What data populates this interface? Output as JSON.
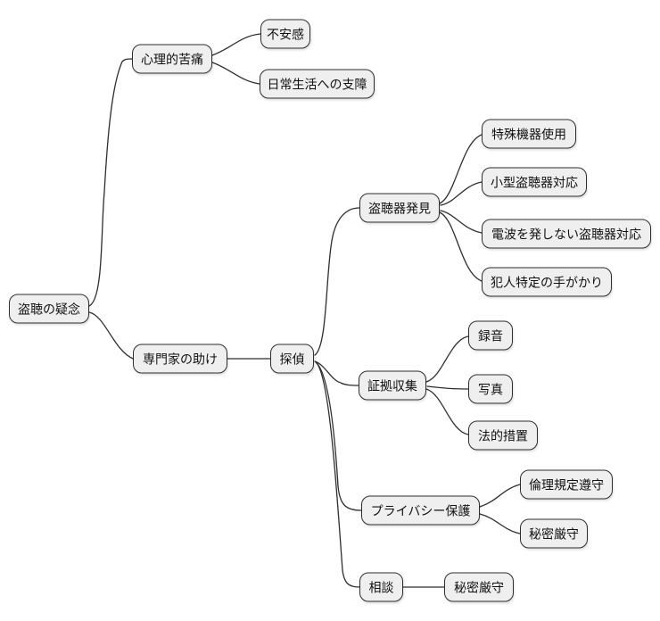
{
  "diagram": {
    "type": "mindmap",
    "orientation": "left-to-right",
    "colors": {
      "background": "#ffffff",
      "node_fill": "#efefef",
      "node_border": "#2e2e2e",
      "edge": "#2e2e2e",
      "text": "#111111"
    }
  },
  "nodes": {
    "root": {
      "label": "盗聴の疑念"
    },
    "psychological_distress": {
      "label": "心理的苦痛"
    },
    "anxiety": {
      "label": "不安感"
    },
    "daily_life_disruption": {
      "label": "日常生活への支障"
    },
    "expert_help": {
      "label": "専門家の助け"
    },
    "detective": {
      "label": "探偵"
    },
    "bug_detection": {
      "label": "盗聴器発見"
    },
    "special_equipment": {
      "label": "特殊機器使用"
    },
    "small_bug_support": {
      "label": "小型盗聴器対応"
    },
    "non_radio_bug_support": {
      "label": "電波を発しない盗聴器対応"
    },
    "culprit_clues": {
      "label": "犯人特定の手がかり"
    },
    "evidence_collection": {
      "label": "証拠収集"
    },
    "recording": {
      "label": "録音"
    },
    "photos": {
      "label": "写真"
    },
    "legal_action": {
      "label": "法的措置"
    },
    "privacy_protection": {
      "label": "プライバシー保護"
    },
    "ethics_compliance": {
      "label": "倫理規定遵守"
    },
    "confidentiality_privacy": {
      "label": "秘密厳守"
    },
    "consultation": {
      "label": "相談"
    },
    "confidentiality_consult": {
      "label": "秘密厳守"
    }
  },
  "hierarchy": {
    "label": "盗聴の疑念",
    "children": [
      {
        "label": "心理的苦痛",
        "children": [
          {
            "label": "不安感"
          },
          {
            "label": "日常生活への支障"
          }
        ]
      },
      {
        "label": "専門家の助け",
        "children": [
          {
            "label": "探偵",
            "children": [
              {
                "label": "盗聴器発見",
                "children": [
                  {
                    "label": "特殊機器使用"
                  },
                  {
                    "label": "小型盗聴器対応"
                  },
                  {
                    "label": "電波を発しない盗聴器対応"
                  },
                  {
                    "label": "犯人特定の手がかり"
                  }
                ]
              },
              {
                "label": "証拠収集",
                "children": [
                  {
                    "label": "録音"
                  },
                  {
                    "label": "写真"
                  },
                  {
                    "label": "法的措置"
                  }
                ]
              },
              {
                "label": "プライバシー保護",
                "children": [
                  {
                    "label": "倫理規定遵守"
                  },
                  {
                    "label": "秘密厳守"
                  }
                ]
              },
              {
                "label": "相談",
                "children": [
                  {
                    "label": "秘密厳守"
                  }
                ]
              }
            ]
          }
        ]
      }
    ]
  }
}
